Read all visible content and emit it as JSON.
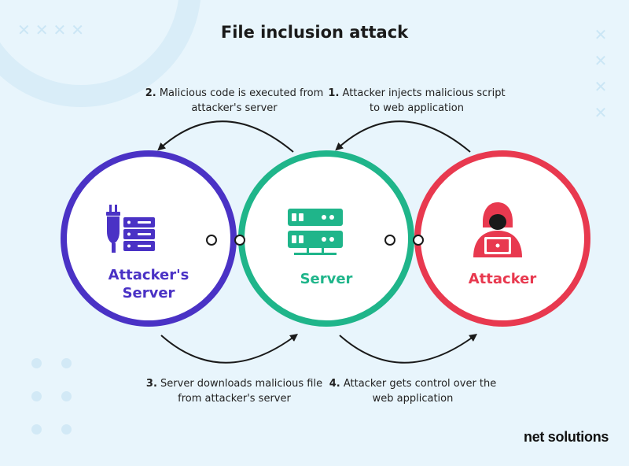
{
  "title": "File inclusion attack",
  "steps": {
    "s1": {
      "num": "1.",
      "text": "Attacker injects malicious script to web application"
    },
    "s2": {
      "num": "2.",
      "text": "Malicious code is executed from attacker's server"
    },
    "s3": {
      "num": "3.",
      "text": "Server downloads malicious file from attacker's server"
    },
    "s4": {
      "num": "4.",
      "text": "Attacker gets control over the web application"
    }
  },
  "nodes": {
    "attackers_server": {
      "label": "Attacker's Server",
      "color": "#4a32c5",
      "icon": "attacker-server-icon"
    },
    "server": {
      "label": "Server",
      "color": "#1fb58a",
      "icon": "server-rack-icon"
    },
    "attacker": {
      "label": "Attacker",
      "color": "#e8394f",
      "icon": "hooded-hacker-icon"
    }
  },
  "brand": {
    "logo_text": "net solutions"
  }
}
